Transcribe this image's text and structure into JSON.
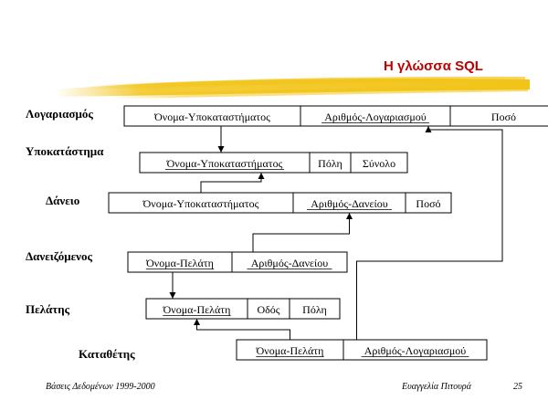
{
  "slide": {
    "title": "Η γλώσσα SQL"
  },
  "footer": {
    "left": "Βάσεις Δεδομένων 1999-2000",
    "center": "Ευαγγελία Πιτουρά",
    "page": "25"
  },
  "brush_color": "#f2c418",
  "tables": [
    {
      "id": "logariasmos",
      "label": "Λογαριασμός",
      "attributes": [
        {
          "name": "Όνομα-Υποκαταστήματος",
          "underlined": false
        },
        {
          "name": "Αριθμός-Λογαριασμού",
          "underlined": true
        },
        {
          "name": "Ποσό",
          "underlined": false
        }
      ]
    },
    {
      "id": "ypokatastima",
      "label": "Υποκατάστημα",
      "attributes": [
        {
          "name": "Όνομα-Υποκαταστήματος",
          "underlined": true
        },
        {
          "name": "Πόλη",
          "underlined": false
        },
        {
          "name": "Σύνολο",
          "underlined": false
        }
      ]
    },
    {
      "id": "daneio",
      "label": "Δάνειο",
      "attributes": [
        {
          "name": "Όνομα-Υποκαταστήματος",
          "underlined": false
        },
        {
          "name": "Αριθμός-Δανείου",
          "underlined": true
        },
        {
          "name": "Ποσό",
          "underlined": false
        }
      ]
    },
    {
      "id": "daneizomenos",
      "label": "Δανειζόμενος",
      "attributes": [
        {
          "name": "Όνομα-Πελάτη",
          "underlined": true
        },
        {
          "name": "Αριθμός-Δανείου",
          "underlined": true
        }
      ]
    },
    {
      "id": "pelatis",
      "label": "Πελάτης",
      "attributes": [
        {
          "name": "Όνομα-Πελάτη",
          "underlined": true
        },
        {
          "name": "Οδός",
          "underlined": false
        },
        {
          "name": "Πόλη",
          "underlined": false
        }
      ]
    },
    {
      "id": "katathetis",
      "label": "Καταθέτης",
      "attributes": [
        {
          "name": "Όνομα-Πελάτη",
          "underlined": true
        },
        {
          "name": "Αριθμός-Λογαριασμού",
          "underlined": true
        }
      ]
    }
  ],
  "references": [
    {
      "from": "logariasmos",
      "from_attr": 0,
      "to": "ypokatastima",
      "to_attr": 0
    },
    {
      "from": "daneio",
      "from_attr": 0,
      "to": "ypokatastima",
      "to_attr": 0
    },
    {
      "from": "daneizomenos",
      "from_attr": 1,
      "to": "daneio",
      "to_attr": 1
    },
    {
      "from": "daneizomenos",
      "from_attr": 0,
      "to": "pelatis",
      "to_attr": 0
    },
    {
      "from": "katathetis",
      "from_attr": 0,
      "to": "pelatis",
      "to_attr": 0
    },
    {
      "from": "katathetis",
      "from_attr": 1,
      "to": "logariasmos",
      "to_attr": 1
    }
  ]
}
